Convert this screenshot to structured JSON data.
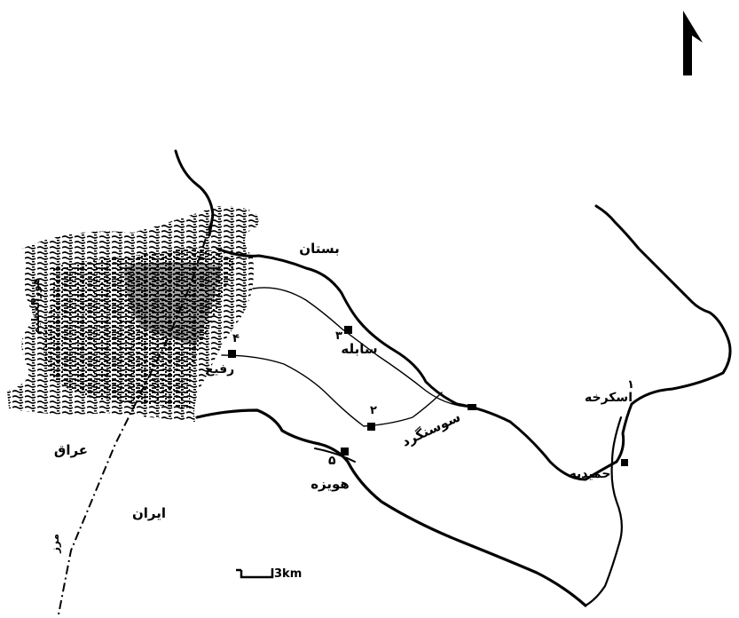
{
  "labels": {
    "bostan": "بستان",
    "saaleh": "سابله",
    "rafi": "رفیع",
    "susangerd": "سوسنگرد",
    "hoveyzeh": "هویزه",
    "iraq": "عراق",
    "iran": "ایران",
    "hamidiyeh": "حمیدیه",
    "ahvaz_area": "اسکرخه",
    "marsh_vertical": "هورالعظیم",
    "border_vertical": "مرز"
  },
  "site_numbers": {
    "n1": "۱",
    "n2": "۲",
    "n3": "۳",
    "n4": "۴",
    "n5": "۵"
  },
  "scale_bar": {
    "label": "3km"
  },
  "colors": {
    "ink": "#000000",
    "paper": "#ffffff"
  },
  "icons": {
    "north_arrow": "north-arrow-icon",
    "site_marker": "square-site-marker"
  }
}
